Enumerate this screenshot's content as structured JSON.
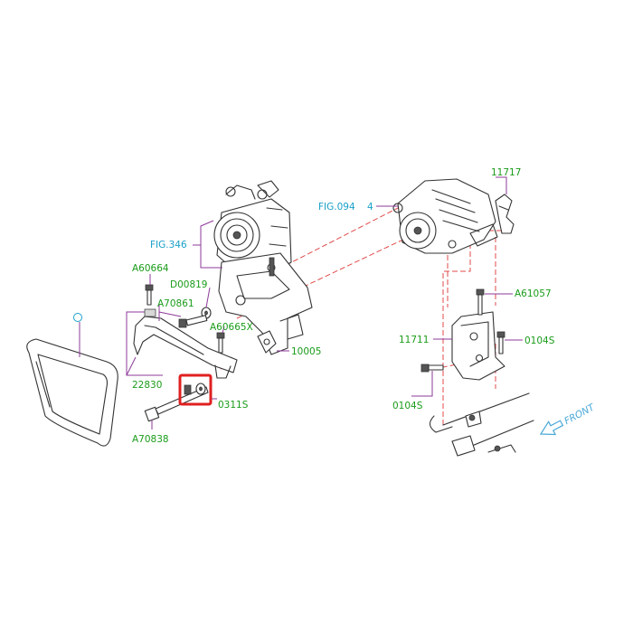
{
  "colors": {
    "label": "#1a9c1a",
    "leader": "#8e3a9a",
    "fig_ref": "#1aa0c8",
    "dashed": "#e04a4a",
    "highlight": "#e02020",
    "front": "#4aa8d8"
  },
  "labels": {
    "fig346": "FIG.346",
    "fig094": "FIG.094",
    "fig094_suffix": "4",
    "p11717": "11717",
    "pA61057": "A61057",
    "p11711": "11711",
    "p0104S_right": "0104S",
    "p0104S_left": "0104S",
    "pA60664": "A60664",
    "pD00819": "D00819",
    "pA70861": "A70861",
    "pA60665X": "A60665X",
    "p10005": "10005",
    "p22830": "22830",
    "p0311S": "0311S",
    "pA70838": "A70838",
    "front": "FRONT"
  }
}
